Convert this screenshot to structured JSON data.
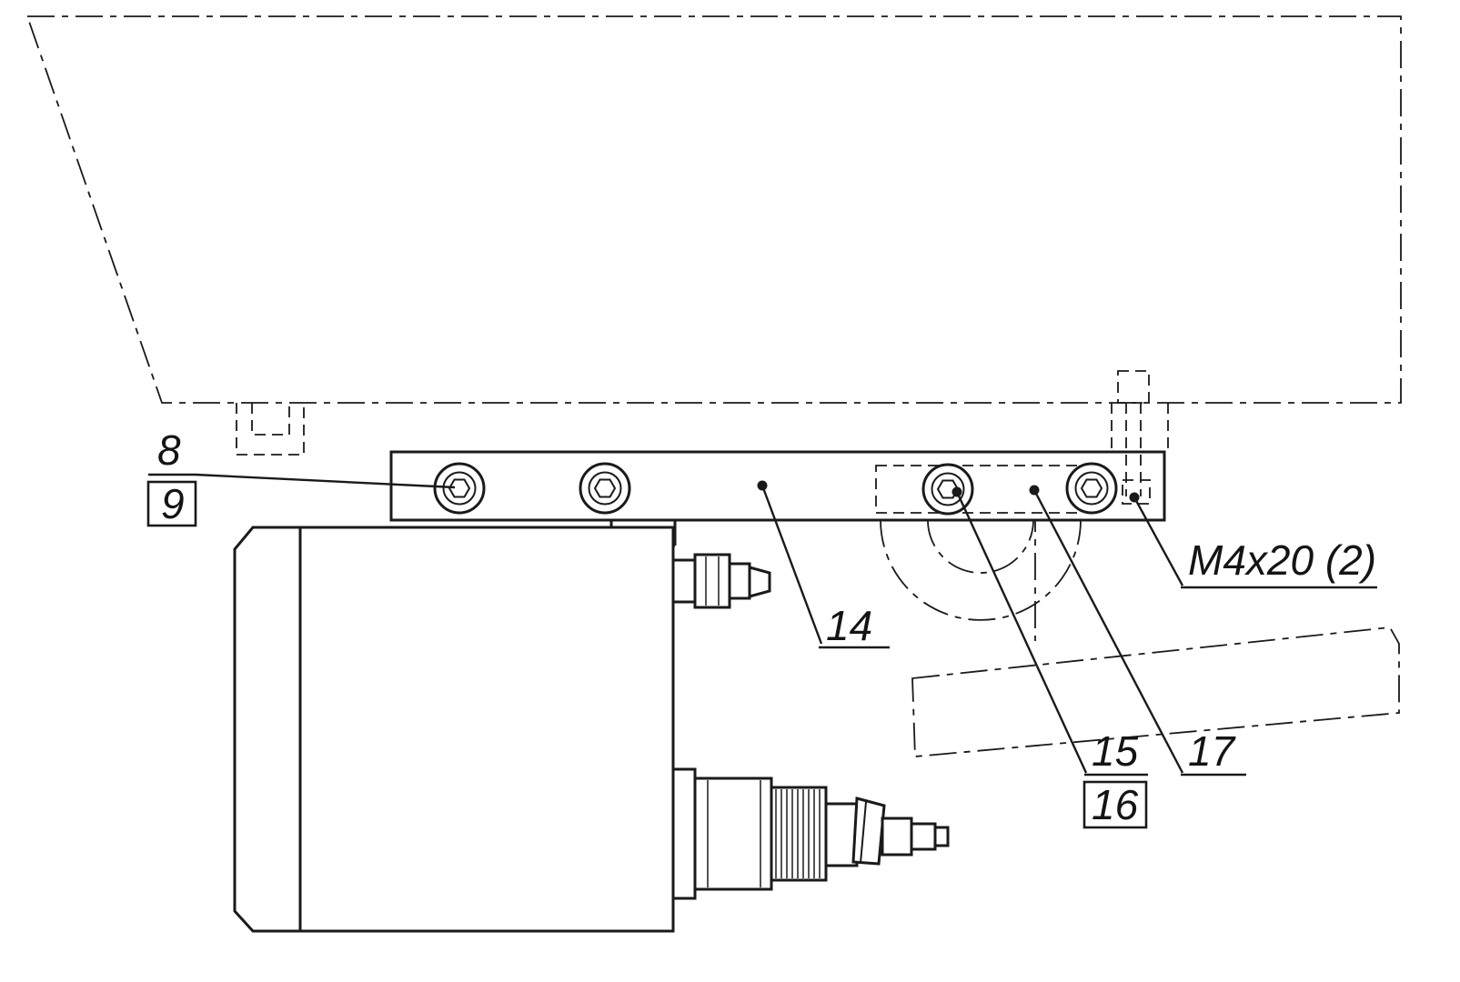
{
  "drawing": {
    "type": "technical-assembly-diagram",
    "callouts": {
      "c8": "8",
      "c9": "9",
      "c14": "14",
      "c15": "15",
      "c16": "16",
      "c17": "17",
      "m4": "M4x20 (2)"
    },
    "colors": {
      "line": "#1a1a1a",
      "background": "#ffffff"
    }
  }
}
